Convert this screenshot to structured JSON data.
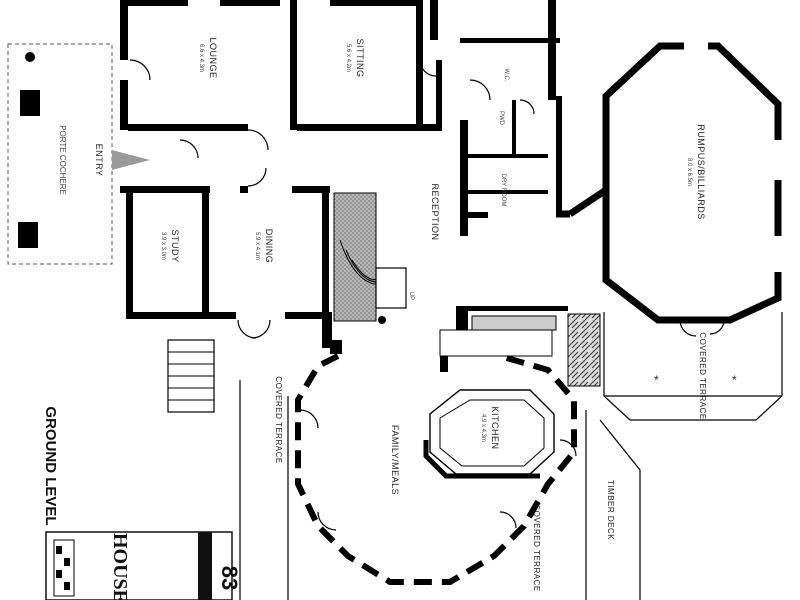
{
  "rooms": {
    "lounge": {
      "label": "LOUNGE",
      "dims": "6.6 x 4.3m"
    },
    "sitting": {
      "label": "SITTING",
      "dims": "5.6 x 4.2m"
    },
    "wc": {
      "label": "W.C."
    },
    "pwd": {
      "label": "PWD"
    },
    "entry": {
      "label": "ENTRY"
    },
    "porte_cochere": {
      "label": "PORTE COCHERE"
    },
    "study": {
      "label": "STUDY",
      "dims": "3.9 x 3.0m"
    },
    "dining": {
      "label": "DINING",
      "dims": "5.9 x 4.1m"
    },
    "reception": {
      "label": "RECEPTION"
    },
    "rumpus_billiards": {
      "label": "RUMPUS/BILLIARDS",
      "dims": "8.0 x 6.5m"
    },
    "covered_terrace_right": {
      "label": "COVERED TERRACE"
    },
    "covered_terrace_left": {
      "label": "COVERED TERRACE"
    },
    "covered_terrace_bottom": {
      "label": "COVERED TERRACE"
    },
    "kitchen": {
      "label": "KITCHEN",
      "dims": "4.9 x 4.3m"
    },
    "family_meals": {
      "label": "FAMILY/MEALS"
    },
    "timber_deck": {
      "label": "TIMBER DECK"
    },
    "dry_room": {
      "label": "DRY ROOM"
    }
  },
  "annotations": {
    "up": "UP",
    "level": "GROUND LEVEL",
    "logo": "HOUSE",
    "plan_no": "83"
  },
  "colors": {
    "wall": "#000000",
    "hatch": "#888888",
    "paper": "#ffffff"
  }
}
